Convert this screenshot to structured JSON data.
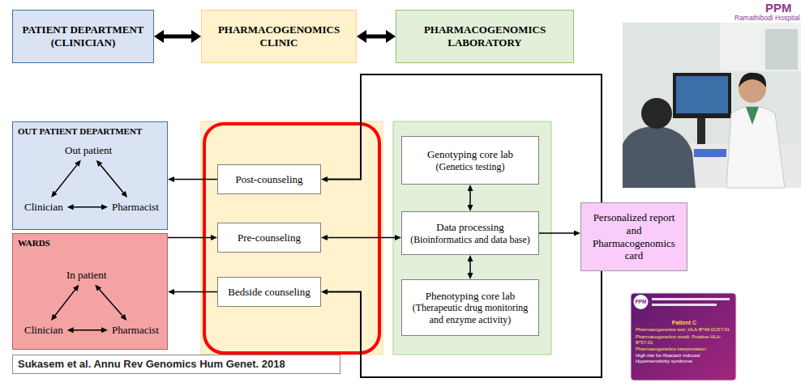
{
  "diagram": {
    "caption": "Sukasem et al. Annu Rev Genomics Hum Genet. 2018",
    "nodes": [
      {
        "text": [
          "PATIENT DEPARTMENT (CLINICIAN)"
        ]
      },
      {
        "text": [
          "PHARMACOGENOMICS CLINIC"
        ]
      },
      {
        "text": [
          "PHARMACOGENOMICS LABORATORY"
        ]
      },
      {
        "text": [
          "OUT PATIENT DEPARTMENT"
        ]
      },
      {
        "text": [
          "Out patient"
        ],
        "in": 3
      },
      {
        "text": [
          "Clinician"
        ],
        "in": 3
      },
      {
        "text": [
          "Pharmacist"
        ],
        "in": 3
      },
      {
        "text": [
          "WARDS"
        ]
      },
      {
        "text": [
          "In patient"
        ],
        "in": 7
      },
      {
        "text": [
          "Clinician"
        ],
        "in": 7
      },
      {
        "text": [
          "Pharmacist"
        ],
        "in": 7
      },
      {
        "text": [
          "Post-counseling"
        ]
      },
      {
        "text": [
          "Pre-counseling"
        ]
      },
      {
        "text": [
          "Bedside counseling"
        ]
      },
      {
        "text": [
          "Genotyping core lab",
          "(Genetics testing)"
        ]
      },
      {
        "text": [
          "Data processing",
          "(Bioinformatics and data base)"
        ]
      },
      {
        "text": [
          "Phenotyping core lab",
          "(Therapeutic drug monitoring and enzyme activity)"
        ]
      },
      {
        "text": [
          "Personalized report and Pharmacogenomics card"
        ]
      }
    ],
    "edges": [
      {
        "from": 0,
        "to": 1,
        "arrow": "both"
      },
      {
        "from": 1,
        "to": 2,
        "arrow": "both"
      },
      {
        "from": 4,
        "to": 5,
        "arrow": "both"
      },
      {
        "from": 4,
        "to": 6,
        "arrow": "both"
      },
      {
        "from": 5,
        "to": 6,
        "arrow": "both"
      },
      {
        "from": 8,
        "to": 9,
        "arrow": "both"
      },
      {
        "from": 8,
        "to": 10,
        "arrow": "both"
      },
      {
        "from": 9,
        "to": 10,
        "arrow": "both"
      },
      {
        "from": 11,
        "to": 3,
        "arrow": "to"
      },
      {
        "from": 7,
        "to": 12,
        "arrow": "to"
      },
      {
        "from": 12,
        "to": 15,
        "arrow": "both"
      },
      {
        "from": 13,
        "to": 7,
        "arrow": "to"
      },
      {
        "from": 14,
        "to": 15,
        "arrow": "both"
      },
      {
        "from": 15,
        "to": 16,
        "arrow": "both"
      },
      {
        "from": 15,
        "to": 17,
        "arrow": "to"
      },
      {
        "from": 17,
        "to": 11,
        "arrow": "to"
      },
      {
        "from": 17,
        "to": 13,
        "arrow": "to"
      }
    ],
    "labels": [
      "PPM",
      "Ramathibodi Hospital",
      "PPM",
      "Patient C",
      "Pharmacogenetics test: HLA-B*46:01/57:01",
      "Pharmacogenetics result: Positive HLA-B*57:01",
      "Pharmacogenetics interpretation:",
      "High risk for Abacavir induced Hypersensitivity syndrome"
    ]
  }
}
